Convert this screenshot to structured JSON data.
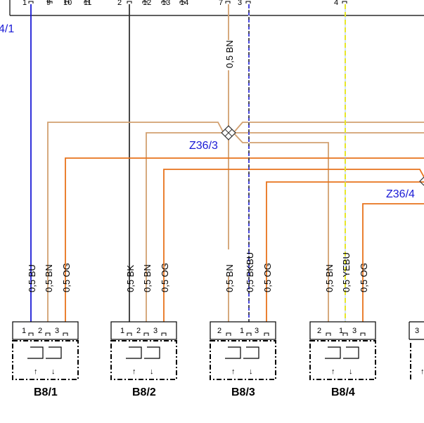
{
  "colors": {
    "blue": "#1a1ad6",
    "brown": "#d2a070",
    "orange": "#e8731c",
    "black": "#333333",
    "yellow": "#e6e629",
    "splice_text": "#1a1ad6"
  },
  "top_connector": {
    "left_label": "4/1",
    "pins": [
      "1",
      "9",
      "10",
      "11",
      "2",
      "12",
      "13",
      "14",
      "7",
      "3",
      "4"
    ]
  },
  "splices": {
    "z363": "Z36/3",
    "z364": "Z36/4"
  },
  "wire_top_label": "0,5 BN",
  "wire_labels": {
    "b81": [
      "0,5 BU",
      "0,5 BN",
      "0,5 OG"
    ],
    "b82": [
      "0,5 BK",
      "0,5 BN",
      "0,5 OG"
    ],
    "b83": [
      "0,5 BN",
      "0,5 BKBU",
      "0,5 OG"
    ],
    "b84": [
      "0,5 BN",
      "0,5 YEBU",
      "0,5 OG"
    ]
  },
  "sensors": [
    {
      "name": "B8/1",
      "pins": [
        "1",
        "2",
        "3"
      ]
    },
    {
      "name": "B8/2",
      "pins": [
        "1",
        "2",
        "3"
      ]
    },
    {
      "name": "B8/3",
      "pins": [
        "2",
        "1",
        "3"
      ]
    },
    {
      "name": "B8/4",
      "pins": [
        "2",
        "1",
        "3"
      ]
    }
  ],
  "partial_sensor": {
    "pin": "3"
  },
  "arrow_glyphs": {
    "up": "↑",
    "down": "↓"
  }
}
